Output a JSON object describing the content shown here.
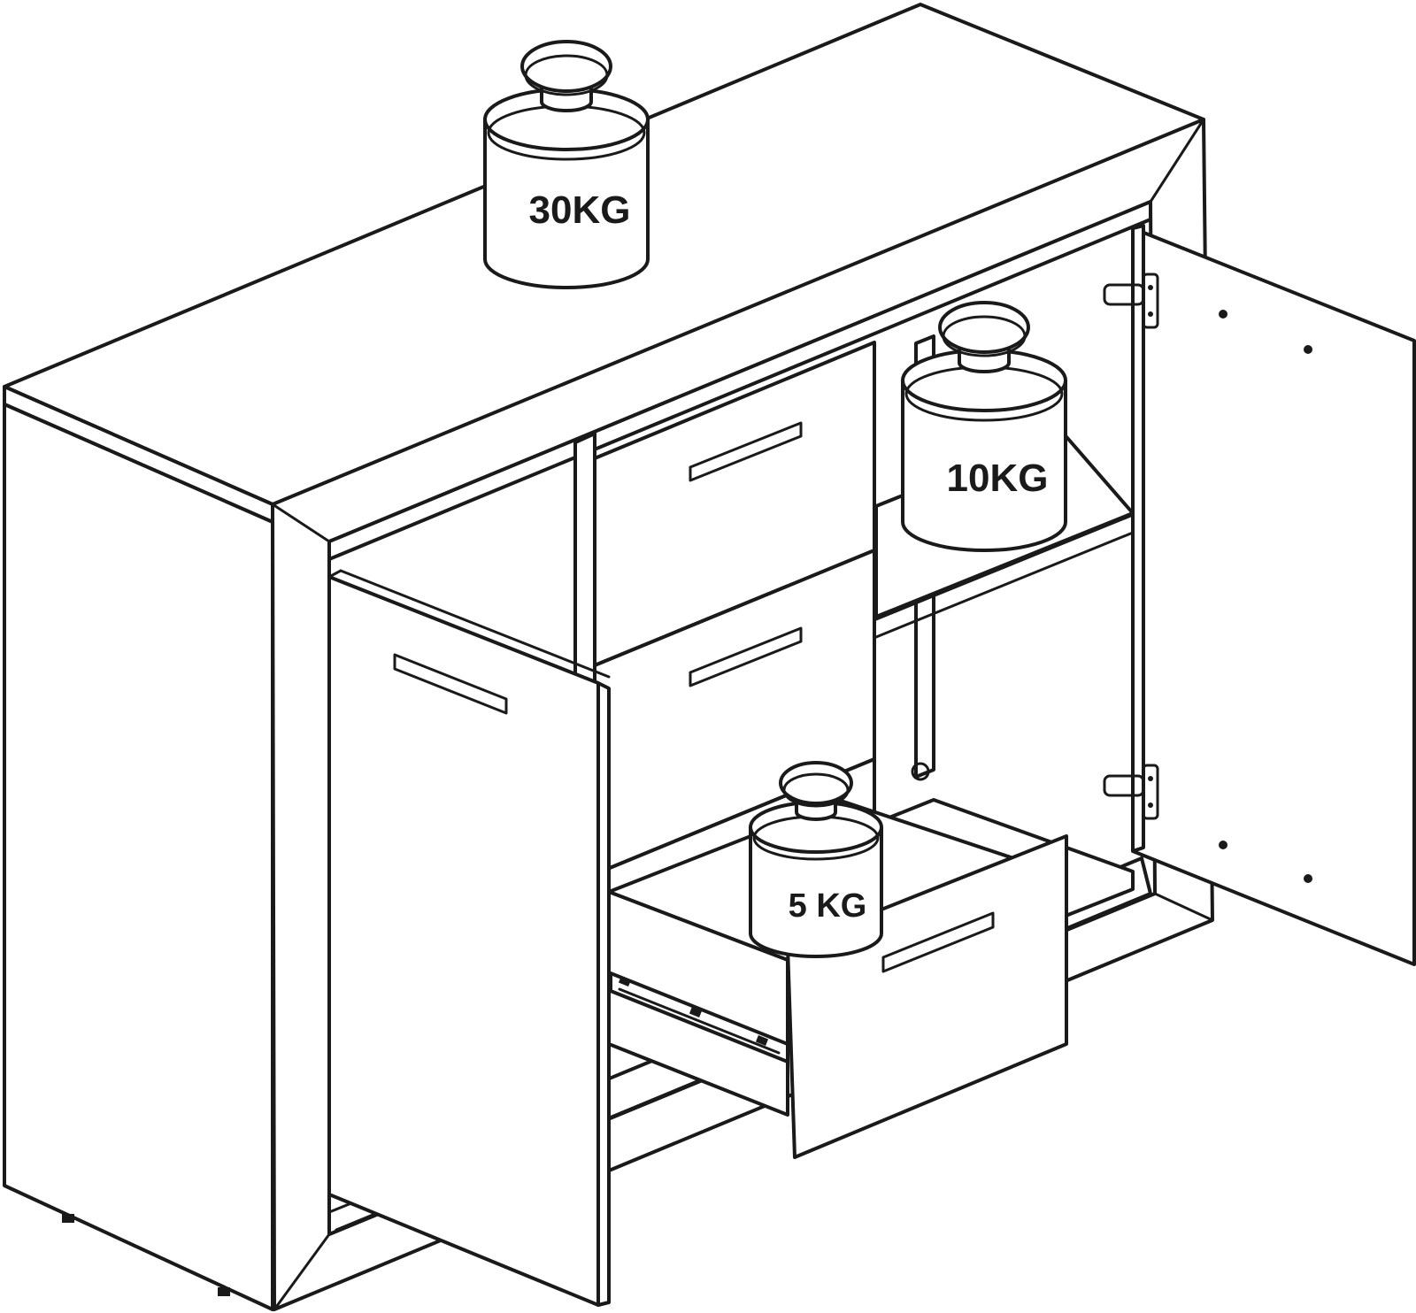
{
  "weights": {
    "top": "30KG",
    "shelf": "10KG",
    "drawer": "5 KG"
  },
  "colors": {
    "line": "#1a1a1a",
    "background": "#ffffff"
  }
}
